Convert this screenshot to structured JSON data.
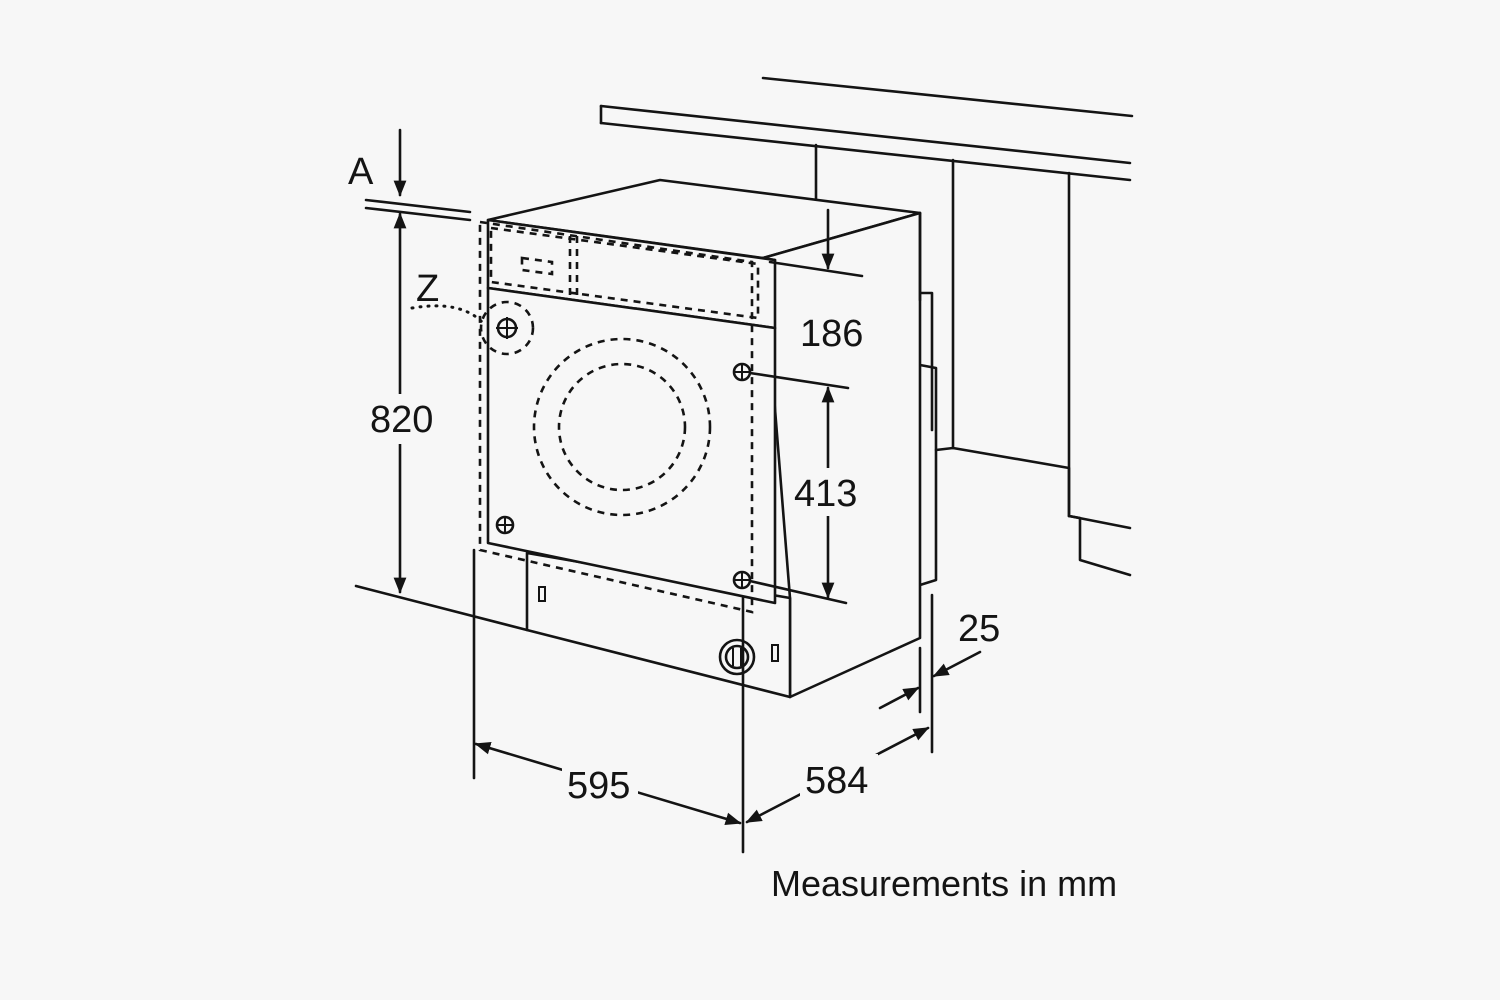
{
  "labels": {
    "a": "A",
    "z": "Z",
    "height": "820",
    "top_panel": "186",
    "mount_spacing": "413",
    "width": "595",
    "depth": "584",
    "offset": "25"
  },
  "caption": "Measurements in mm",
  "colors": {
    "background": "#f7f7f7",
    "ink": "#141414"
  }
}
